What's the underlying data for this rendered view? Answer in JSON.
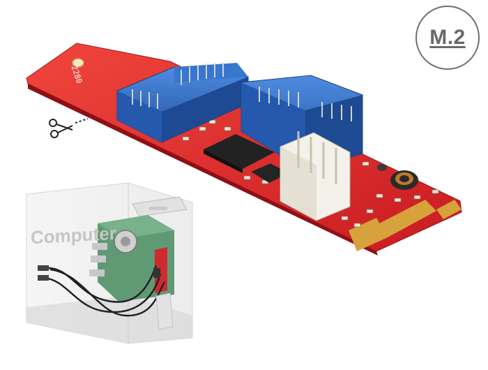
{
  "badge": {
    "label": "M.2"
  },
  "inset": {
    "label": "Computer"
  },
  "board": {
    "size_print": "2280"
  },
  "colors": {
    "pcb": "#e0242a",
    "connector": "#2f6fc4",
    "chip": "#2a2a2a",
    "gold": "#d7a13c",
    "socket": "#f3f1ea"
  }
}
